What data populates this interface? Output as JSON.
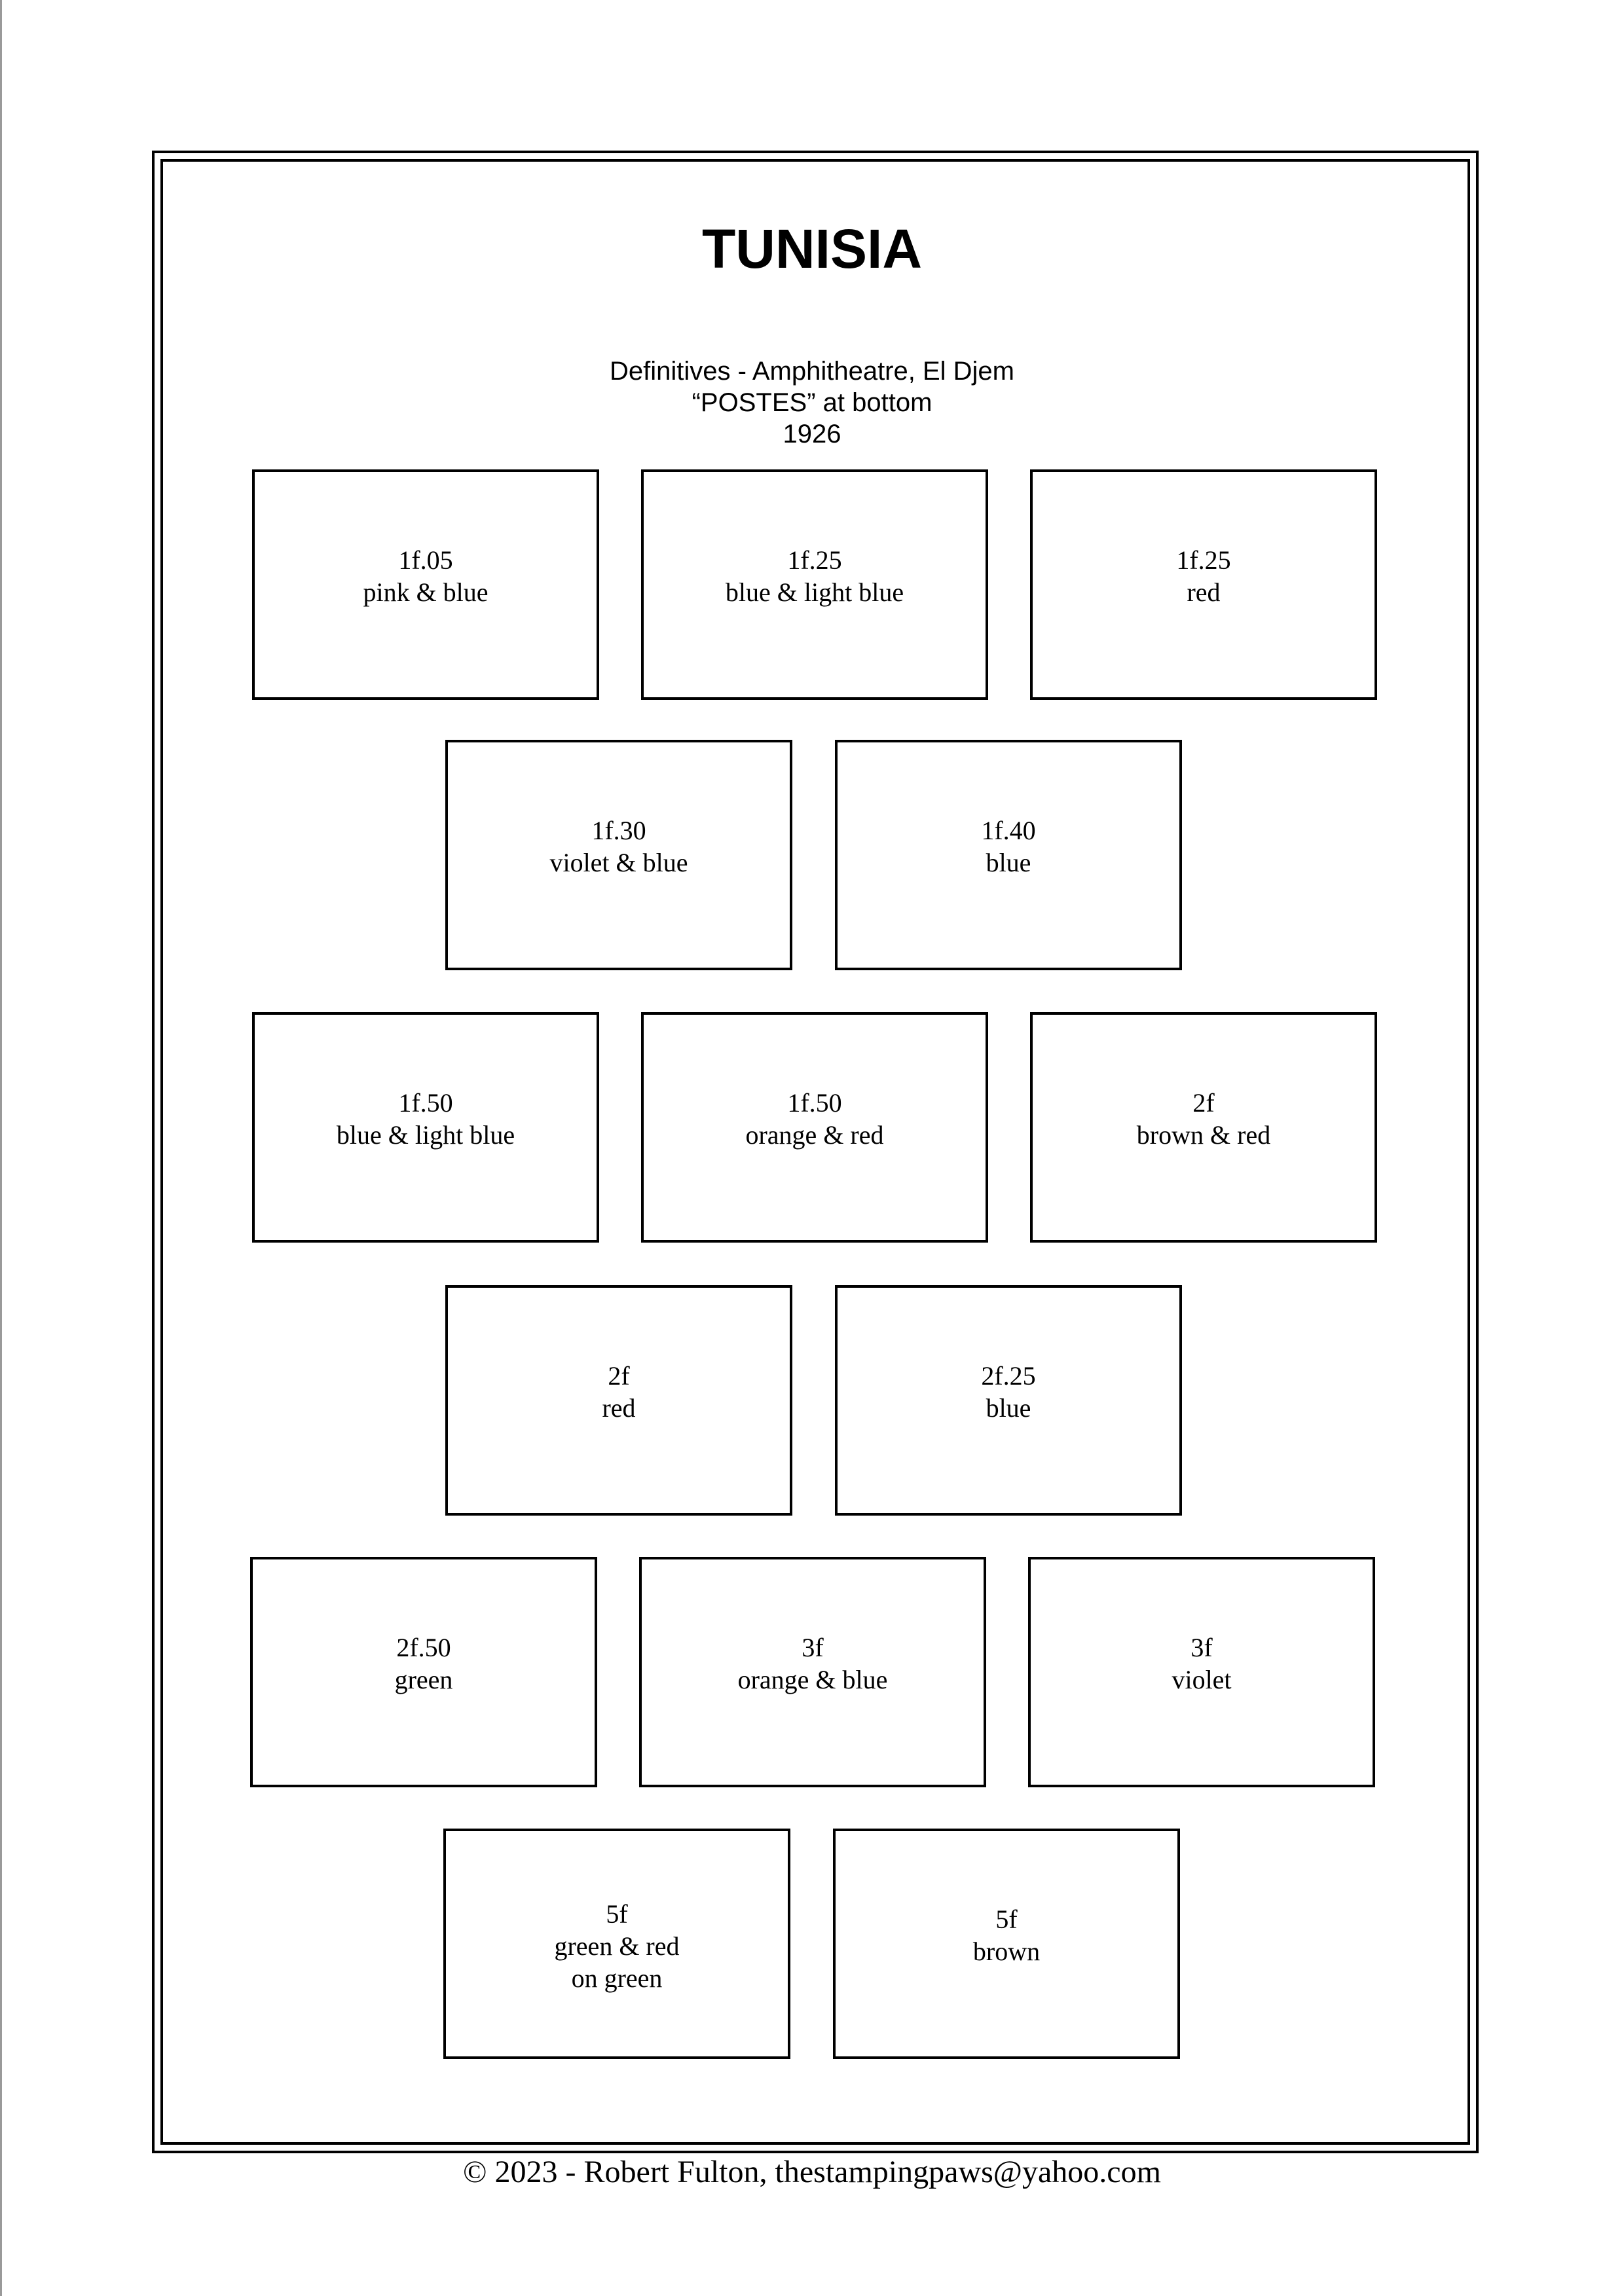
{
  "header": {
    "title": "TUNISIA",
    "line1": "Definitives - Amphitheatre, El Djem",
    "line2": "“POSTES” at bottom",
    "line3": "1926"
  },
  "stamps": [
    {
      "value": "1f.05",
      "color": "pink & blue",
      "note": ""
    },
    {
      "value": "1f.25",
      "color": "blue & light blue",
      "note": ""
    },
    {
      "value": "1f.25",
      "color": "red",
      "note": ""
    },
    {
      "value": "1f.30",
      "color": "violet & blue",
      "note": ""
    },
    {
      "value": "1f.40",
      "color": "blue",
      "note": ""
    },
    {
      "value": "1f.50",
      "color": "blue & light blue",
      "note": ""
    },
    {
      "value": "1f.50",
      "color": "orange & red",
      "note": ""
    },
    {
      "value": "2f",
      "color": "brown & red",
      "note": ""
    },
    {
      "value": "2f",
      "color": "red",
      "note": ""
    },
    {
      "value": "2f.25",
      "color": "blue",
      "note": ""
    },
    {
      "value": "2f.50",
      "color": "green",
      "note": ""
    },
    {
      "value": "3f",
      "color": "orange & blue",
      "note": ""
    },
    {
      "value": "3f",
      "color": "violet",
      "note": ""
    },
    {
      "value": "5f",
      "color": "green & red",
      "note": "on green"
    },
    {
      "value": "5f",
      "color": "brown",
      "note": ""
    }
  ],
  "footer": {
    "text": "© 2023 -  Robert Fulton, thestampingpaws@yahoo.com"
  }
}
